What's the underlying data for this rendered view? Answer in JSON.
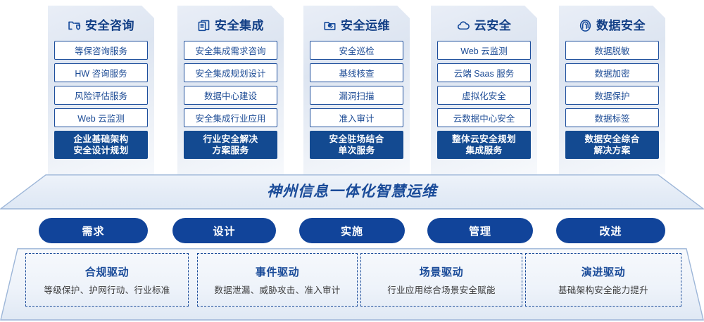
{
  "columns": [
    {
      "icon": "folder-shield-icon",
      "title": "安全咨询",
      "items": [
        "等保咨询服务",
        "HW 咨询服务",
        "风险评估服务",
        "Web 云监测"
      ],
      "footer": [
        "企业基础架构",
        "安全设计规划"
      ]
    },
    {
      "icon": "documents-stack-icon",
      "title": "安全集成",
      "items": [
        "安全集成需求咨询",
        "安全集成规划设计",
        "数据中心建设",
        "安全集成行业应用"
      ],
      "footer": [
        "行业安全解决",
        "方案服务"
      ]
    },
    {
      "icon": "folder-chart-icon",
      "title": "安全运维",
      "items": [
        "安全巡检",
        "基线核查",
        "漏洞扫描",
        "准入审计"
      ],
      "footer": [
        "安全驻场结合",
        "单次服务"
      ]
    },
    {
      "icon": "cloud-icon",
      "title": "云安全",
      "items": [
        "Web 云监测",
        "云端 Saas 服务",
        "虚拟化安全",
        "云数据中心安全"
      ],
      "footer": [
        "整体云安全规划",
        "集成服务"
      ]
    },
    {
      "icon": "fingerprint-icon",
      "title": "数据安全",
      "items": [
        "数据脱敏",
        "数据加密",
        "数据保护",
        "数据标签"
      ],
      "footer": [
        "数据安全综合",
        "解决方案"
      ]
    }
  ],
  "banner": {
    "text": "神州信息一体化智慧运维"
  },
  "pills": [
    {
      "label": "需求"
    },
    {
      "label": "设计"
    },
    {
      "label": "实施"
    },
    {
      "label": "管理"
    },
    {
      "label": "改进"
    }
  ],
  "drivers": [
    {
      "title": "合规驱动",
      "subtitle": "等级保护、护网行动、行业标准"
    },
    {
      "title": "事件驱动",
      "subtitle": "数据泄漏、威胁攻击、准入审计"
    },
    {
      "title": "场景驱动",
      "subtitle": "行业应用综合场景安全赋能"
    },
    {
      "title": "演进驱动",
      "subtitle": "基础架构安全能力提升"
    }
  ],
  "colors": {
    "primary_blue": "#134a91",
    "text_blue": "#1a4b99",
    "card_bg": "#e6edf7",
    "pill_blue": "#11449a"
  }
}
